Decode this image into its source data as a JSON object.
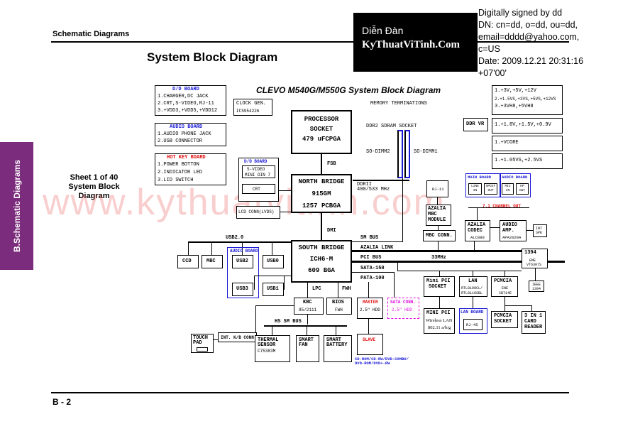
{
  "header": {
    "section": "Schematic  Diagrams",
    "title": "System Block Diagram",
    "footer_page": "B - 2"
  },
  "side_tab": {
    "label": "B.Schematic Diagrams",
    "color": "#7b2c7c"
  },
  "sheet_info": {
    "line1": "Sheet 1 of 40",
    "line2": "System Block",
    "line3": "Diagram"
  },
  "watermark": {
    "text": "www.kythuatvitinh.com",
    "logo_top": "Diễn Đàn",
    "logo_bottom": "KyThuatViTinh.Com",
    "sign_lines": [
      "Digitally signed by dd",
      "DN: cn=dd, o=dd, ou=dd,",
      "email=dddd@yahoo.com,",
      "c=US",
      "Date: 2009.12.21 20:31:16",
      "+07'00'"
    ]
  },
  "diagram": {
    "title": "CLEVO M540G/M550G System Block Diagram",
    "dd_board": {
      "title": "D/D BOARD",
      "items": [
        "1.CHARGER,DC JACK",
        "2.CRT,S-VIDEO,RJ-11",
        "3.+VDD3,+VDD5,+VDD12"
      ]
    },
    "audio_board_left": {
      "title": "AUDIO BOARD",
      "items": [
        "1.AUDIO PHONE JACK",
        "2.USB CONNECTOR"
      ]
    },
    "hotkey_board": {
      "title": "HOT KEY BOARD",
      "items": [
        "1.POWER BOTTON",
        "2.INDICATOR LED",
        "3.LID SWITCH"
      ]
    },
    "clock_gen": {
      "title": "CLOCK GEN.",
      "part": "ICS954226"
    },
    "processor": {
      "l1": "PROCESSOR",
      "l2": "SOCKET",
      "l3": "479 uFCPGA"
    },
    "fsb": "FSB",
    "memory_term": "MEMORY TERMINATIONS",
    "ddr2_socket": "DDR2 SDRAM SOCKET",
    "sodimm2": "SO-DIMM2",
    "sodimm1": "SO-DIMM1",
    "ddrii": "DDRII",
    "ddr_speed": "400/533 MHz",
    "north_bridge": {
      "l1": "NORTH BRIDGE",
      "l2": "915GM",
      "l3": "1257 PCBGA"
    },
    "dd_board_small": {
      "title": "D/D BOARD",
      "l1": "S-VIDEO",
      "l2": "MINI DIN 7",
      "crt": "CRT"
    },
    "lcd_conn": "LCD CONN(LVDS)",
    "dmi": "DMI",
    "usb20": "USB2.0",
    "south_bridge": {
      "l1": "SOUTH BRIDGE",
      "l2": "ICH6-M",
      "l3": "609 BGA"
    },
    "ccd": "CCD",
    "mbc": "MBC",
    "audio_board_usb": "AUDIO BOARD",
    "usb2": "USB2",
    "usb3": "USB3",
    "usb0": "USB0",
    "usb1": "USB1",
    "sm_bus": "SM BUS",
    "azalia_link": "AZALIA LINK",
    "pci_bus": "PCI BUS",
    "pci_speed": "33MHz",
    "sata": "SATA-150",
    "pata": "PATA-100",
    "lpc": "LPC",
    "fwh": "FWH",
    "kbc": {
      "l1": "KBC",
      "l2": "85/2111"
    },
    "bios": {
      "l1": "BIOS",
      "l2": "FWH"
    },
    "master": {
      "l1": "MASTER",
      "l2": "2.5\" HDD"
    },
    "sata_conn": {
      "l1": "SATA CONN.",
      "l2": "2.5\" HDD"
    },
    "hs_sm_bus": "HS SM BUS",
    "touch_pad": {
      "l1": "TOUCH",
      "l2": "PAD"
    },
    "int_kb": "INT. K/B CONN.",
    "thermal": {
      "l1": "THERMAL",
      "l2": "SENSOR",
      "l3": "F75383M"
    },
    "smart_fan": {
      "l1": "SMART",
      "l2": "FAN"
    },
    "smart_battery": {
      "l1": "SMART",
      "l2": "BATTERY"
    },
    "slave": "SLAVE",
    "odd_note": {
      "l1": "CD-ROM/CD-RW/DVD-COMBO/",
      "l2": "DVD-ROM/DVD+-RW"
    },
    "power1": {
      "l1": "1.+3V,+5V,+12V",
      "l2": "2.+1.5VS,+3VS,+5VS,+12VS",
      "l3": "3.+3VH8,+5VH8"
    },
    "ddr_vr": "DDR VR",
    "power2": "1.+1.8V,+1.5V,+0.9V",
    "power3": "1.+VCORE",
    "power4": "1.+1.05VS,+2.5VS",
    "main_board": "MAIN BOARD",
    "audio_board_right": "AUDIO BOARD",
    "jacks": [
      {
        "l1": "LINE",
        "l2": "IN"
      },
      {
        "l1": "SPDIF",
        "l2": "OUT"
      },
      {
        "l1": "MIC",
        "l2": "IN"
      },
      {
        "l1": "HP",
        "l2": "OUT"
      }
    ],
    "channel_out": "7.1 CHANNEL OUT",
    "rj11": "RJ-11",
    "azalia_mbc": {
      "l1": "AZALIA",
      "l2": "MBC",
      "l3": "MODULE"
    },
    "mbc_conn": "MBC CONN.",
    "azalia_codec": {
      "l1": "AZALIA",
      "l2": "CODEC",
      "l3": "ALC880"
    },
    "audio_amp": {
      "l1": "AUDIO",
      "l2": "AMP.",
      "l3": "APA2020A"
    },
    "int_spk": {
      "l1": "INT",
      "l2": "SPK"
    },
    "ieee1394": {
      "l1": "1394",
      "l2": "EME",
      "l3": "VT6307S"
    },
    "ieee1394_conn": {
      "l1": "IEEE",
      "l2": "1394"
    },
    "mini_pci_socket": {
      "l1": "Mini PCI",
      "l2": "SOCKET"
    },
    "lan": {
      "l1": "LAN",
      "l2": "RTL8100CL/",
      "l3": "RTL8110SBL"
    },
    "pcmcia": {
      "l1": "PCMCIA",
      "l2": "ENE",
      "l3": "CB714E"
    },
    "mini_pci_wlan": {
      "l1": "MINI PCI",
      "l2": "Wireless LAN",
      "l3": "802.11 a/b/g"
    },
    "lan_board": "LAN BOARD",
    "rj45": "RJ-45",
    "pcmcia_socket": {
      "l1": "PCMCIA",
      "l2": "SOCKET"
    },
    "card_reader": {
      "l1": "3 IN 1",
      "l2": "CARD",
      "l3": "READER"
    }
  }
}
